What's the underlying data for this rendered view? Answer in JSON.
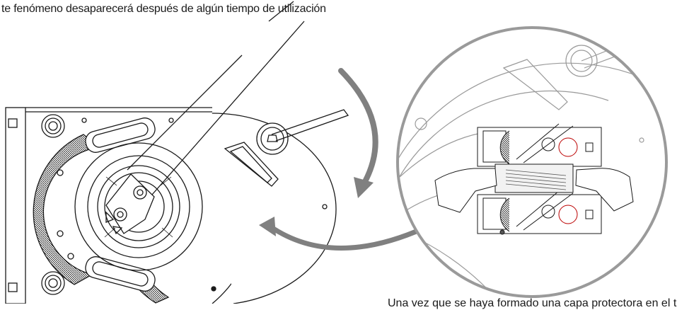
{
  "captions": {
    "top": "te fenómeno desaparecerá después de algún tiempo de utilización",
    "bottom": "Una vez que se haya formado una capa protectora en el tie"
  },
  "illustration": {
    "subject": "installation-diagram",
    "rotation_arrow_color": "#808080",
    "line_color": "#1a1a1a",
    "detail_circle_color": "#9a9a9a"
  }
}
